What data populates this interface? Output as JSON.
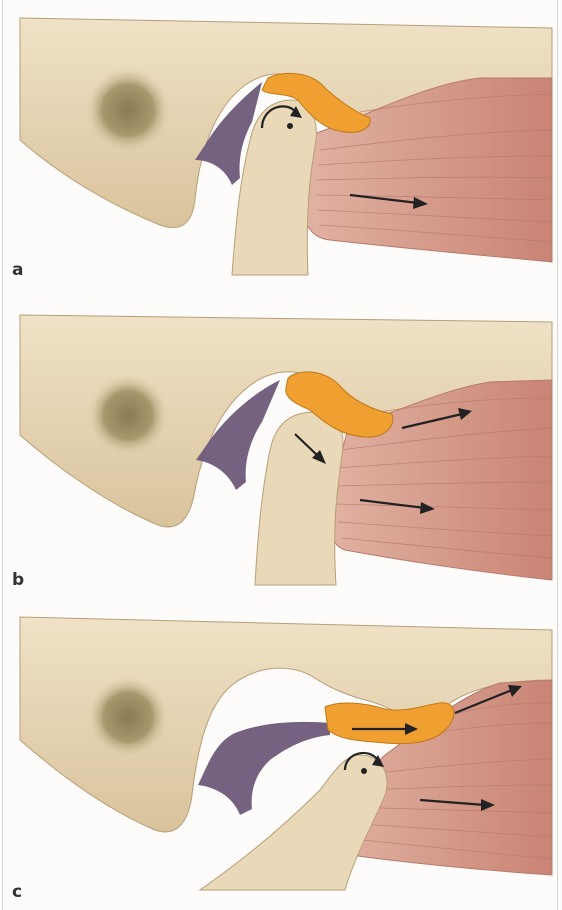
{
  "panels": [
    {
      "label": "a",
      "condyle_rotation": "rotation"
    },
    {
      "label": "b",
      "condyle_rotation": "translation"
    },
    {
      "label": "c",
      "condyle_rotation": "rotation"
    }
  ],
  "colors": {
    "background": "#fdfcfa",
    "bone": "#ead9b8",
    "bone_shadow": "#cbb08a",
    "ear_canal": "#8a7a55",
    "disc": "#f0a030",
    "disc_outline": "#c07818",
    "ligament": "#6e5a7a",
    "muscle": "#d49a8a",
    "muscle_line": "#b67a6c",
    "arrow": "#222222"
  },
  "icons": {
    "rotation": "curved-arrow-icon",
    "movement": "straight-arrow-icon"
  }
}
